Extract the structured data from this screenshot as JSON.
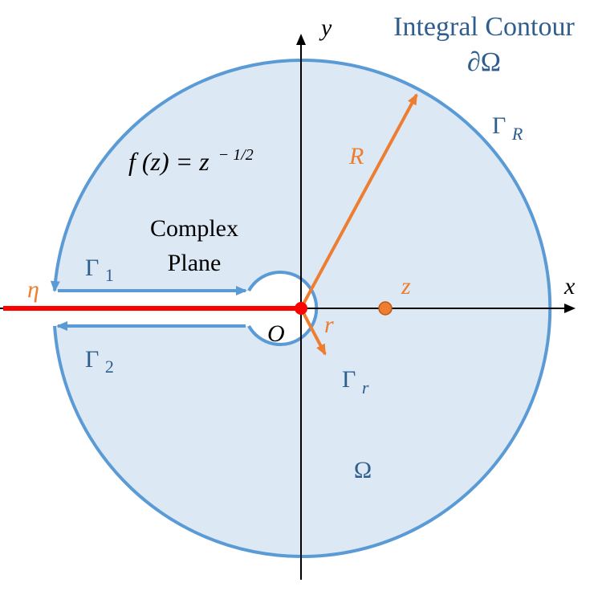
{
  "title": {
    "line1": "Integral Contour",
    "line2": "∂Ω"
  },
  "axes": {
    "x_label": "x",
    "y_label": "y",
    "origin_label": "O"
  },
  "formula": {
    "lhs": "f (z) = z",
    "exponent": "− 1/2"
  },
  "plane_label": {
    "line1": "Complex",
    "line2": "Plane"
  },
  "contours": {
    "gamma_R": {
      "symbol": "Γ",
      "subscript": "R"
    },
    "gamma_r": {
      "symbol": "Γ",
      "subscript": "r"
    },
    "gamma_1": {
      "symbol": "Γ",
      "subscript": "1"
    },
    "gamma_2": {
      "symbol": "Γ",
      "subscript": "2"
    }
  },
  "region_label": "Ω",
  "radius_labels": {
    "big": "R",
    "small": "r"
  },
  "point_labels": {
    "z": "z",
    "eta": "η"
  },
  "colors": {
    "region_fill": "#dde8f5",
    "contour_stroke": "#5b9bd5",
    "label_blue": "#2f5e8e",
    "radius_orange": "#ed7d31",
    "branch_cut_red": "#ff0000",
    "axis_black": "#000000"
  }
}
